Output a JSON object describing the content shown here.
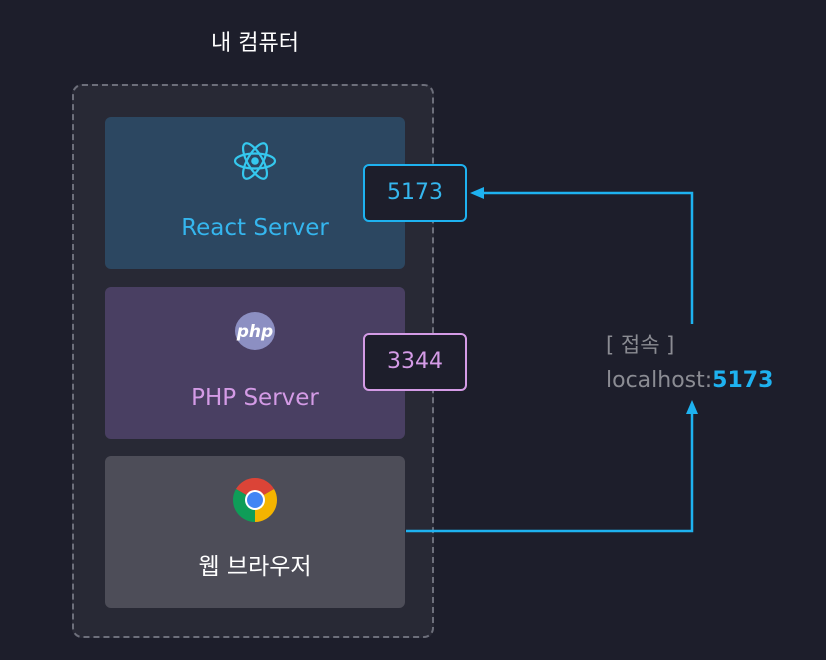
{
  "title": "내 컴퓨터",
  "servers": {
    "react": {
      "label": "React Server",
      "port": "5173",
      "icon": "react-icon"
    },
    "php": {
      "label": "PHP Server",
      "port": "3344",
      "icon": "php-icon",
      "icon_text": "php"
    },
    "browser": {
      "label": "웹 브라우저",
      "icon": "chrome-icon"
    }
  },
  "access": {
    "label": "[ 접속 ]",
    "host": "localhost:",
    "port": "5173"
  },
  "colors": {
    "background": "#1d1e2b",
    "react_accent": "#35b6ee",
    "php_accent": "#d49be6",
    "arrow": "#1eb2f0"
  }
}
